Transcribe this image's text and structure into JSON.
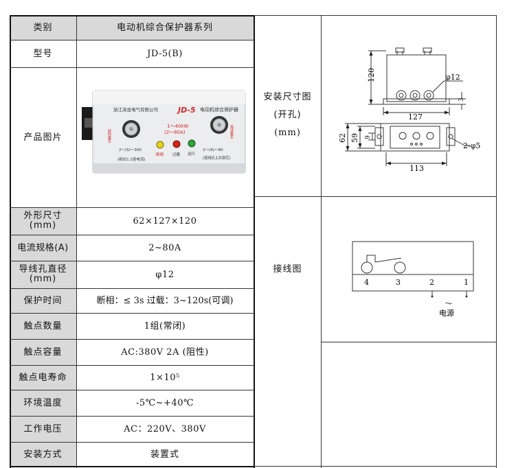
{
  "left_table": {
    "header": {
      "label": "类别",
      "value": "电动机综合保护器系列"
    },
    "rows": [
      {
        "label": "型号",
        "value": "JD-5(B)"
      },
      {
        "label": "产品图片",
        "value": ""
      },
      {
        "label": "外形尺寸\n(mm)",
        "value": "62×127×120"
      },
      {
        "label": "电流规格(A)",
        "value": "2~80A"
      },
      {
        "label": "导线孔直径\n(mm)",
        "value": "φ12"
      },
      {
        "label": "保护时间",
        "value": "断相：≤ 3s 过载：3~120s(可调)"
      },
      {
        "label": "触点数量",
        "value": "1组(常闭)"
      },
      {
        "label": "触点容量",
        "value": "AC:380V 2A (阻性)"
      },
      {
        "label": "触点电寿命",
        "value": "1×10⁵"
      },
      {
        "label": "环境温度",
        "value": "-5℃~+40℃"
      },
      {
        "label": "工作电压",
        "value": "AC：220V、380V"
      },
      {
        "label": "安装方式",
        "value": "装置式"
      }
    ]
  },
  "product_photo": {
    "company": "浙江泽显电气有限公司",
    "model": "JD-5",
    "name": "电动机综合保护器",
    "power_range": "1～40kW",
    "current_range": "(2～80A)",
    "left_knob_label": "2～(S)～300",
    "left_note": "(相对1.2倍电流)",
    "right_knob_label": "2～(A)～80",
    "right_note": "(按线孔1次穿芯)",
    "left_side_label": "延时整定",
    "right_side_label": "电流整定",
    "leds": [
      {
        "label": "断相",
        "color": "#e6d21a"
      },
      {
        "label": "过载",
        "color": "#d62418"
      },
      {
        "label": "运行",
        "color": "#2fa53a"
      }
    ]
  },
  "right_panel": {
    "dimension": {
      "label": "安装尺寸图",
      "sub1": "(开孔)",
      "sub2": "(mm)",
      "dims": {
        "h": "120",
        "hole": "φ12",
        "small": "3",
        "width": "127",
        "depth": "62",
        "inner": "59",
        "gap": "9",
        "mount": "2-φ5",
        "span": "113"
      }
    },
    "wiring": {
      "label": "接线图",
      "terminals": [
        "4",
        "3",
        "2",
        "1"
      ],
      "power_symbol": "～",
      "power_label": "电源"
    }
  }
}
